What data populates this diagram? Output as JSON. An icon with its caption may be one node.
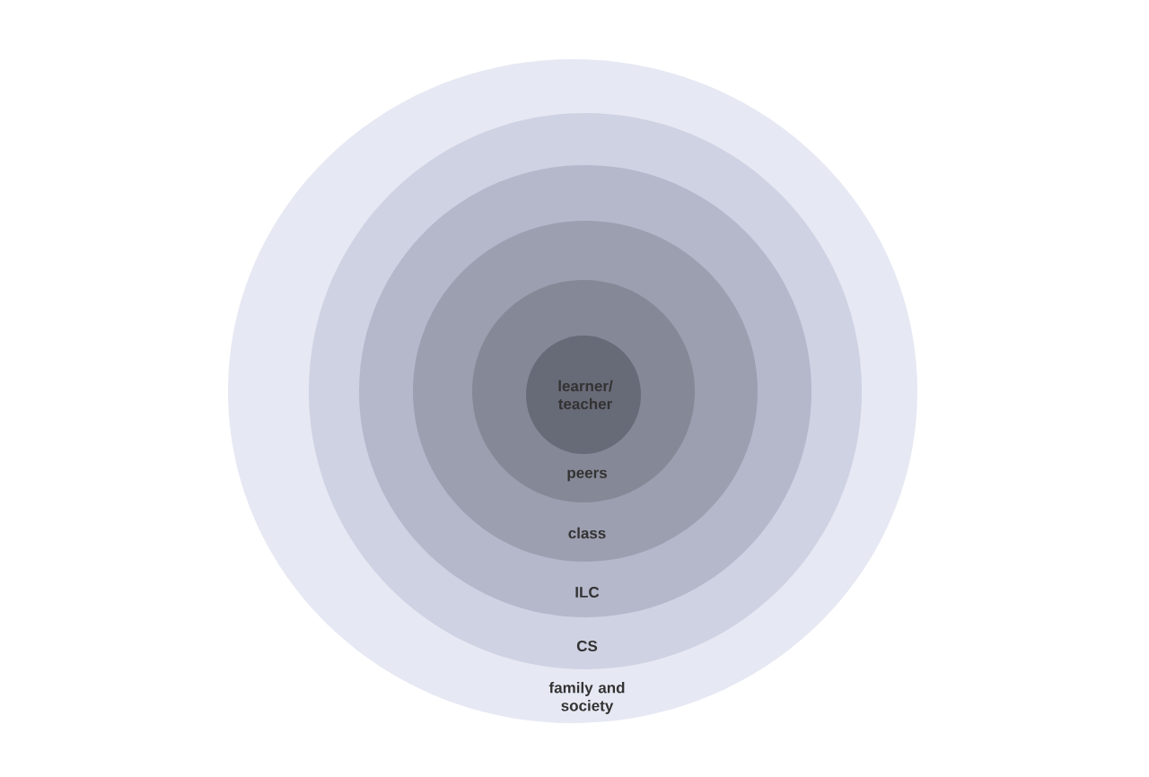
{
  "diagram": {
    "nodes": [
      {
        "text": [
          "family and society"
        ]
      },
      {
        "text": [
          "CS"
        ],
        "in": 0
      },
      {
        "text": [
          "ILC"
        ],
        "in": 1
      },
      {
        "text": [
          "class"
        ],
        "in": 2
      },
      {
        "text": [
          "peers"
        ],
        "in": 3
      },
      {
        "text": [
          "learner/ teacher"
        ],
        "in": 4
      }
    ]
  }
}
